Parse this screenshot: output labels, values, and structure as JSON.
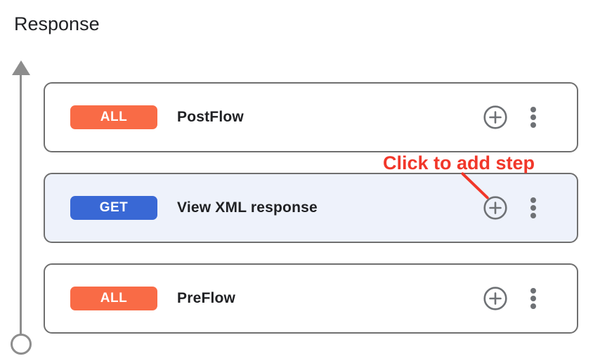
{
  "page": {
    "title": "Response"
  },
  "colors": {
    "orange": "#F96B46",
    "blue": "#3968D5",
    "selected_bg": "#EEF2FB",
    "card_border": "#6F6F6F",
    "icon_gray": "#6E7175",
    "arrow_gray": "#8D8D8D",
    "red": "#F1372A",
    "text_dark": "#202124"
  },
  "flows": [
    {
      "badge": "ALL",
      "badge_color": "orange",
      "name": "PostFlow"
    },
    {
      "badge": "GET",
      "badge_color": "blue",
      "name": "View XML response"
    },
    {
      "badge": "ALL",
      "badge_color": "orange",
      "name": "PreFlow"
    }
  ],
  "annotation": {
    "label": "Click to add step"
  },
  "icons": {
    "add_step": "plus-circle-icon",
    "flow_menu": "kebab-menu-icon",
    "direction_up": "arrow-up-icon",
    "flow_start": "circle-outline-icon"
  }
}
